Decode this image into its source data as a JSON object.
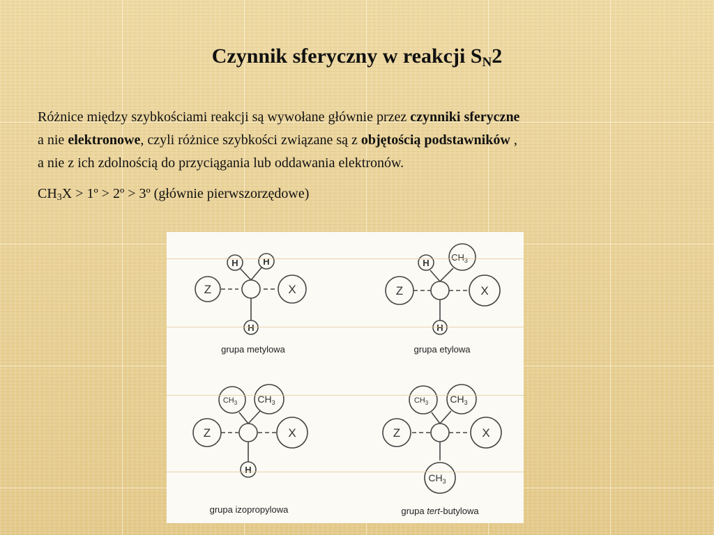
{
  "slide": {
    "title_main": "Czynnik sferyczny w reakcji S",
    "title_sub": "N",
    "title_end": "2"
  },
  "paragraph": {
    "p1": "Różnice między szybkościami reakcji są wywołane głównie przez ",
    "b1": "czynniki sferyczne",
    "p2": "a nie ",
    "b2": "elektronowe",
    "p3": ", czyli różnice szybkości związane są z ",
    "b3": "objętością podstawników",
    "p4": " ,",
    "p5": "a nie z ich zdolnością do przyciągania  lub oddawania elektronów."
  },
  "formula": {
    "f1": "CH",
    "f_sub": "3",
    "f2": "X > 1º > 2º > 3º  (głównie  pierwszorzędowe)"
  },
  "figure": {
    "atoms": {
      "H": "H",
      "Z": "Z",
      "X": "X",
      "CH": "CH",
      "three": "3"
    },
    "captions": {
      "methyl": "grupa metylowa",
      "ethyl": "grupa etylowa",
      "isopropyl": "grupa izopropylowa",
      "tert_prefix": "grupa ",
      "tert_italic": "tert",
      "tert_suffix": "-butylowa"
    }
  }
}
